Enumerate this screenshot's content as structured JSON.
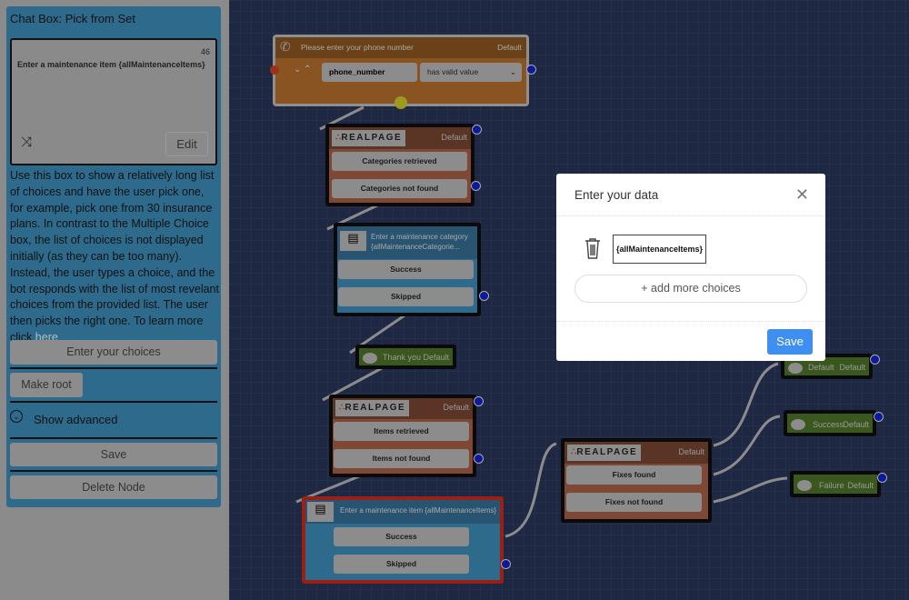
{
  "sidebar": {
    "title": "Chat Box: Pick from Set",
    "textbox": {
      "count": "46",
      "text": "Enter a maintenance item {allMaintenanceItems}",
      "edit_label": "Edit",
      "shuffle_icon": "shuffle-icon"
    },
    "description": "Use this box to show a relatively long list of choices and have the user pick one, for example, pick one from 30 insurance plans. In contrast to the Multiple Choice box, the list of choices is not displayed initially (as they can be too many). Instead, the user types a choice, and the bot responds with the list of most revelant choices from the provided list. The user then picks the right one. To learn more click",
    "link_label": "here",
    "enter_choices_label": "Enter your choices",
    "make_root_label": "Make root",
    "show_advanced_label": "Show advanced",
    "save_label": "Save",
    "delete_label": "Delete Node"
  },
  "canvas": {
    "phone_node": {
      "title": "Please enter your phone number",
      "default": "Default",
      "variable": "phone_number",
      "condition": "has valid value"
    },
    "rp1": {
      "logo": "REALPAGE",
      "default": "Default",
      "buttons": [
        "Categories retrieved",
        "Categories not found"
      ]
    },
    "category_node": {
      "title": "Enter a maintenance category {allMaintenanceCategorie...",
      "buttons": [
        "Success",
        "Skipped"
      ]
    },
    "thankyou_node": {
      "label": "Thank you",
      "default": "Default"
    },
    "rp2": {
      "logo": "REALPAGE",
      "default": "Default",
      "buttons": [
        "Items retrieved",
        "Items not found"
      ]
    },
    "item_node": {
      "title": "Enter a maintenance item {allMaintenanceItems}",
      "buttons": [
        "Success",
        "Skipped"
      ]
    },
    "rp3": {
      "logo": "REALPAGE",
      "default": "Default",
      "buttons": [
        "Fixes found",
        "Fixes not found"
      ]
    },
    "msg_default": {
      "label": "Default",
      "default": "Default"
    },
    "msg_success": {
      "label": "Success",
      "default": "Default"
    },
    "msg_failure": {
      "label": "Failure",
      "default": "Default"
    }
  },
  "modal": {
    "title": "Enter your data",
    "choice_value": "{allMaintenanceItems}",
    "add_label": "+ add more choices",
    "save_label": "Save",
    "accent": "#3f8ff0"
  }
}
